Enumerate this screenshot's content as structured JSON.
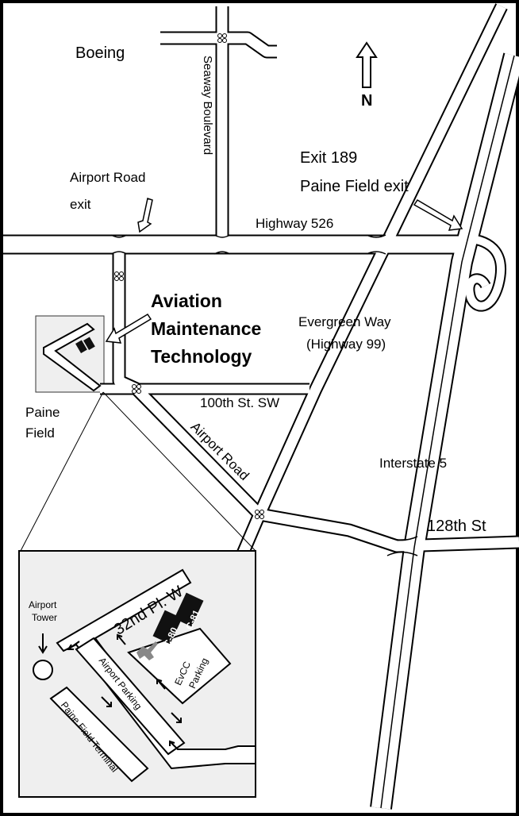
{
  "labels": {
    "boeing": "Boeing",
    "north": "N",
    "seaway_boulevard": "Seaway Boulevard",
    "airport_road_exit": [
      "Airport Road",
      "exit"
    ],
    "exit_189": [
      "Exit 189",
      "Paine Field exit"
    ],
    "highway_526": "Highway 526",
    "aviation": [
      "Aviation",
      "Maintenance",
      "Technology"
    ],
    "evergreen_way": [
      "Evergreen Way",
      "(Highway 99)"
    ],
    "paine_field": [
      "Paine",
      "Field"
    ],
    "street_100th": "100th St. SW",
    "airport_road": "Airport Road",
    "interstate_5": "Interstate 5",
    "street_128th": "128th St"
  },
  "inset": {
    "street_32nd": "32nd Pl. W",
    "airport_tower": [
      "Airport",
      "Tower"
    ],
    "building_c80": "C-80",
    "building_c81": "C-81",
    "evcc_parking": [
      "EvCC",
      "Parking"
    ],
    "airport_parking": "Airport Parking",
    "paine_field_terminal": "Paine Field Terminal"
  },
  "icons": [
    "north-arrow-icon",
    "airplane-icon",
    "callout-arrow-icon"
  ],
  "colors": {
    "road_fill": "#ffffff",
    "road_edge": "#000000",
    "inset_bg": "#efefef",
    "building": "#111111"
  }
}
